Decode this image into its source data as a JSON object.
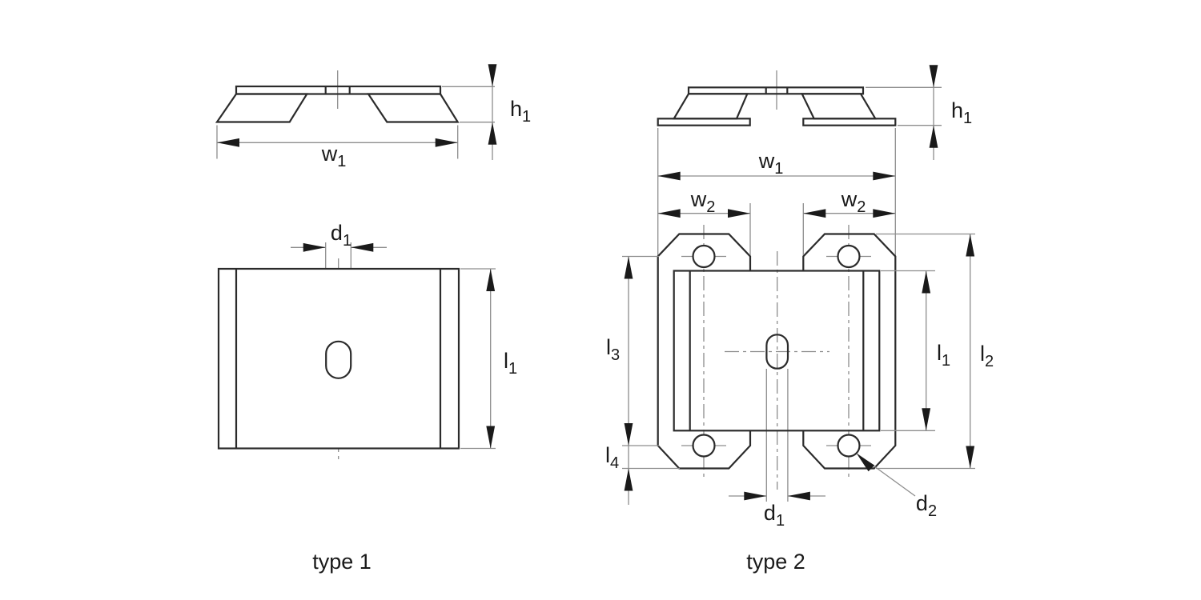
{
  "drawing": {
    "caption_type1": "type 1",
    "caption_type2": "type 2",
    "labels": {
      "h1": {
        "base": "h",
        "sub": "1"
      },
      "w1": {
        "base": "w",
        "sub": "1"
      },
      "w2": {
        "base": "w",
        "sub": "2"
      },
      "d1": {
        "base": "d",
        "sub": "1"
      },
      "d2": {
        "base": "d",
        "sub": "2"
      },
      "l1": {
        "base": "l",
        "sub": "1"
      },
      "l2": {
        "base": "l",
        "sub": "2"
      },
      "l3": {
        "base": "l",
        "sub": "3"
      },
      "l4": {
        "base": "l",
        "sub": "4"
      }
    },
    "colors": {
      "outline": "#2b2b2b",
      "dimension_line": "#8d8d8d",
      "arrow": "#1a1a1a",
      "text": "#1a1a1a",
      "background": "#ffffff"
    }
  }
}
